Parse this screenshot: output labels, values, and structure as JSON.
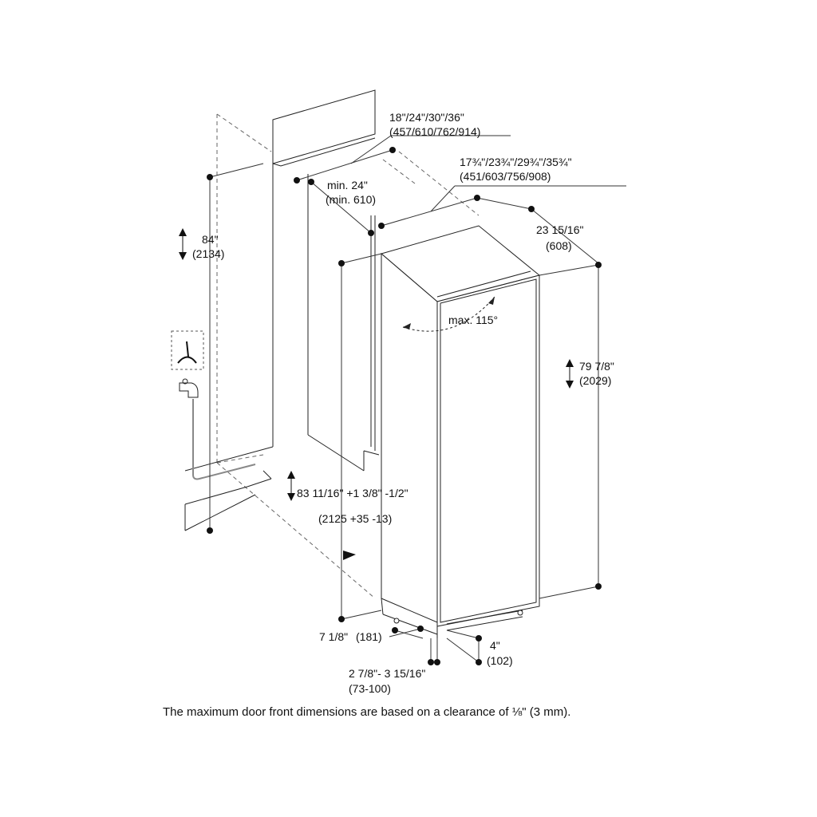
{
  "dimensions": {
    "niche_width": {
      "inch": "18\"/24\"/30\"/36\"",
      "mm": "(457/610/762/914)"
    },
    "door_width": {
      "inch": "17¾\"/23¾\"/29¾\"/35¾\"",
      "mm": "(451/603/756/908)"
    },
    "min_depth": {
      "inch": "min. 24\"",
      "mm": "(min. 610)"
    },
    "niche_height": {
      "inch": "84\"",
      "mm": "(2134)"
    },
    "depth": {
      "inch": "23 15/16\"",
      "mm": "(608)"
    },
    "door_angle": "max. 115°",
    "appliance_height": {
      "inch": "79 7/8\"",
      "mm": "(2029)"
    },
    "door_height": {
      "inch": "83 11/16\" +1 3/8\" -1/2\"",
      "mm": "(2125 +35 -13)"
    },
    "toe_kick": {
      "inch": "7 1/8\"",
      "mm": "(181)"
    },
    "plinth_depth": {
      "inch": "4\"",
      "mm": "(102)"
    },
    "plinth_height": {
      "inch": "2 7/8\"- 3 15/16\"",
      "mm": "(73-100)"
    }
  },
  "footnote": "The maximum door front dimensions are based on a clearance of ⅛\" (3 mm).",
  "icons": [
    "power-outlet-icon",
    "water-tap-icon",
    "installation-direction-arrow-icon"
  ]
}
